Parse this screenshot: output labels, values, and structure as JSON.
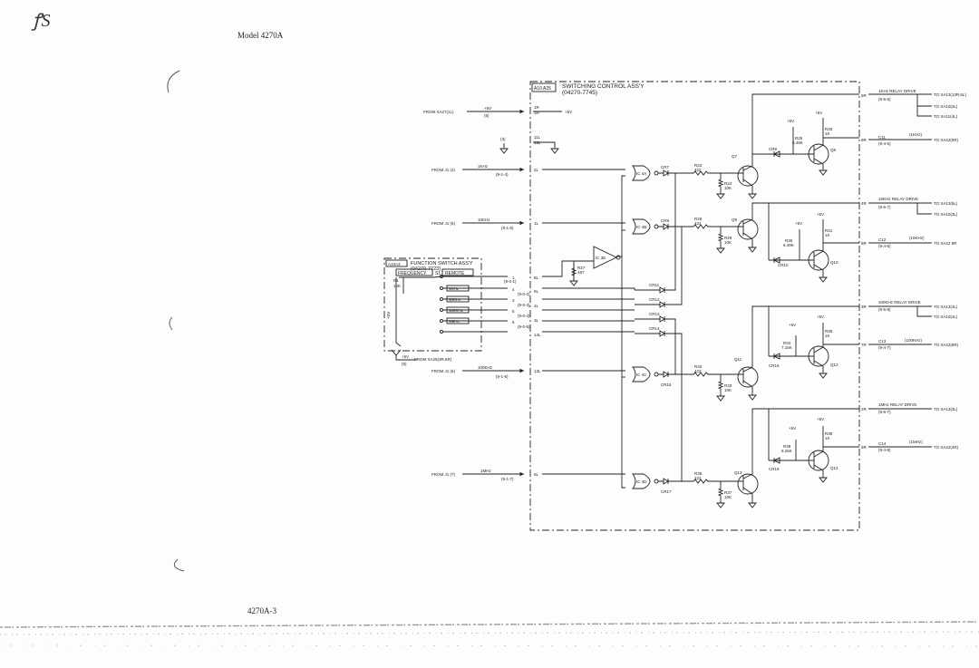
{
  "page": {
    "corner_mark": "ꝭS",
    "header": "Model 4270A",
    "footer": "4270A-3"
  },
  "switching_assy": {
    "ref": "A10 A25",
    "title": "SWITCHING CONTROL ASS'Y",
    "part": "(04270-7745)"
  },
  "function_assy": {
    "ref": "A10A3",
    "title": "FUNCTION SWITCH ASS'Y",
    "part": "(04270-7723)",
    "box_frequency": "FREQUENCY",
    "s1": "S1",
    "box_remote": "REMOTE",
    "r1": "R1",
    "r1_val": "10K",
    "plus5": "+5V",
    "settings": [
      "1KHz",
      "10KHz",
      "100KHz",
      "1MHz"
    ]
  },
  "inputs": {
    "from_xa27": "FROM XA27(1L)",
    "plus5_in": "+5V",
    "plus5_ref": "(5)",
    "plus5_out": "+5V",
    "gnd_ref": "(3)",
    "j1_4": "FROM J1 (4)",
    "j1_5": "FROM J1 (5)",
    "j1_6": "FROM J1 (6)",
    "j1_7": "FROM J1 (7)",
    "from_xa25": "FROM XA25(3R,6R)",
    "xa25_plus5": "+5V",
    "xa25_ref": "(5)",
    "f1k": "1KHz",
    "f10k": "10KHz",
    "f100k": "100KHz",
    "f1m": "1MHz"
  },
  "sheet_refs": {
    "r1": "(9-1-4)",
    "r2": "(9-1-5)",
    "r3": "(9-1-6)",
    "r4": "(9-1-7)",
    "p1": "(9-0-1)",
    "p2": "(9-0-2)",
    "p3": "(9-0-3)",
    "p4": "(9-0-4)",
    "p5": "(9-0-5)"
  },
  "pins_left": [
    "1R",
    "3R",
    "11L",
    "12L",
    "2L",
    "1L",
    "8L",
    "9L",
    "4L",
    "3L",
    "14L",
    "13L",
    "5L",
    "6L",
    "7L",
    "10L"
  ],
  "components": {
    "ic4a": "IC 4A",
    "ic4b": "IC 4B",
    "ic4c": "IC 4C",
    "ic4d": "IC 4D",
    "ic3e": "IC 3E",
    "cr7": "CR7",
    "cr9": "CR9",
    "cr11": "CR11",
    "cr12": "CR12",
    "cr13": "CR13",
    "cr14": "CR14",
    "cr15": "CR15",
    "cr17": "CR17",
    "cr8": "CR8",
    "cr10": "CR10",
    "cr16": "CR16",
    "cr18": "CR18",
    "r23": "R23",
    "r23v": "422",
    "r24": "R24",
    "r24v": "10K",
    "r28": "R28",
    "r28v": "422",
    "r29": "R29",
    "r29v": "10K",
    "r32": "R32",
    "r32v": "422",
    "r33": "R33",
    "r33v": "10K",
    "r36": "R36",
    "r36v": "422",
    "r37": "R37",
    "r37v": "10K",
    "r27": "R27",
    "r27v": "487",
    "r25": "R25",
    "r25v": "6.49K",
    "r26": "R26",
    "r26v": "1K",
    "r30": "R30",
    "r30v": "6.49K",
    "r31": "R31",
    "r31v": "1K",
    "r34": "R34",
    "r34v": "7.15K",
    "r35": "R35",
    "r35v": "1K",
    "r38": "R38",
    "r38v": "8.25K",
    "r39": "R39",
    "r39v": "1K",
    "q7": "Q7",
    "q8": "Q8",
    "q9": "Q9",
    "q10": "Q10",
    "q11": "Q11",
    "q12": "Q12",
    "q13": "Q13",
    "q14": "Q14",
    "plus5": "+5V"
  },
  "outputs": {
    "g1": {
      "pin": "5R",
      "drive": "1KHz RELAY DRIVE",
      "ref": "(9-5-6)",
      "to": [
        "TO XA13(13R,6L)",
        "TO XA10(2L)",
        "TO XA11(4L)"
      ],
      "c_pin": "9R",
      "c_lab": "C11",
      "c_ref": "(9-4-5)",
      "freq": "(1KHz)",
      "c_to": "TO XA22(9R)"
    },
    "g2": {
      "pin": "4R",
      "drive": "10KHz RELAY DRIVE",
      "ref": "(9-5-7)",
      "to": [
        "TO XA13(5L)",
        "TO XA10(3L)"
      ],
      "c_pin": "8R",
      "c_lab": "C12",
      "c_ref": "(9-4-6)",
      "freq": "(10KHz)",
      "c_to": "TO XA22 8R"
    },
    "g3": {
      "pin": "3R",
      "drive": "100KHz RELAY DRIVE",
      "ref": "(9-5-8)",
      "to": [
        "TO XA13(4L)",
        "TO XA10(4L)"
      ],
      "c_pin": "7R",
      "c_lab": "C13",
      "c_ref": "(9-4-7)",
      "freq": "(100KHz)",
      "c_to": "TO XA22(5R)"
    },
    "g4": {
      "pin": "2R",
      "drive": "1MHz RELAY DRIVE",
      "ref": "(9-6-7)",
      "to": [
        "TO XA13(3L)"
      ],
      "c_pin": "6R",
      "c_lab": "C14",
      "c_ref": "(9-4-8)",
      "freq": "(1MHz)",
      "c_to": "TO XA22(4R)"
    }
  }
}
